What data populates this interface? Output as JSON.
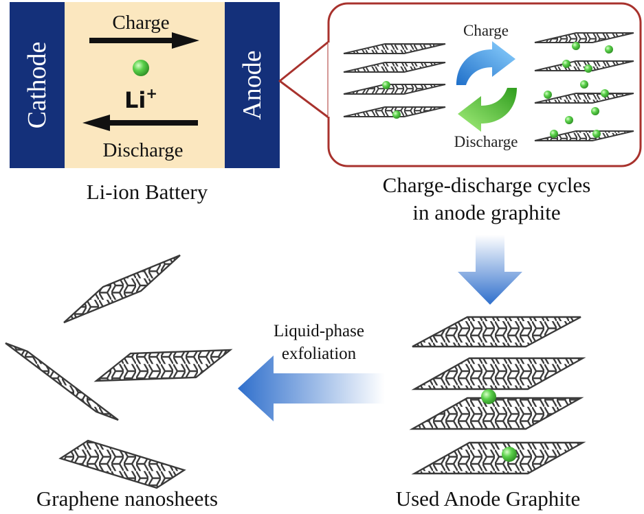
{
  "battery": {
    "cathode_label": "Cathode",
    "anode_label": "Anode",
    "charge_label": "Charge",
    "discharge_label": "Discharge",
    "ion_label": "Li",
    "ion_charge": "+",
    "caption": "Li-ion Battery"
  },
  "cycle_panel": {
    "charge_label": "Charge",
    "discharge_label": "Discharge",
    "caption_line1": "Charge-discharge cycles",
    "caption_line2": "in anode graphite"
  },
  "exfoliation": {
    "label_line1": "Liquid-phase",
    "label_line2": "exfoliation"
  },
  "used_graphite": {
    "caption": "Used Anode Graphite"
  },
  "nanosheets": {
    "caption": "Graphene nanosheets"
  },
  "colors": {
    "electrode_blue": "#14307a",
    "electrolyte_cream": "#fbe7bf",
    "callout_border": "#a8322d",
    "lithium_green": "#5ad04a",
    "charge_arrow_blue": "#3f95dd",
    "discharge_arrow_green": "#4fc12f",
    "flow_arrow_blue": "#3b7fd6",
    "graphene_dark": "#3a3a3a"
  },
  "icons": [
    "lithium-ion-icon",
    "graphene-sheet-icon",
    "cycle-arrows-icon"
  ]
}
